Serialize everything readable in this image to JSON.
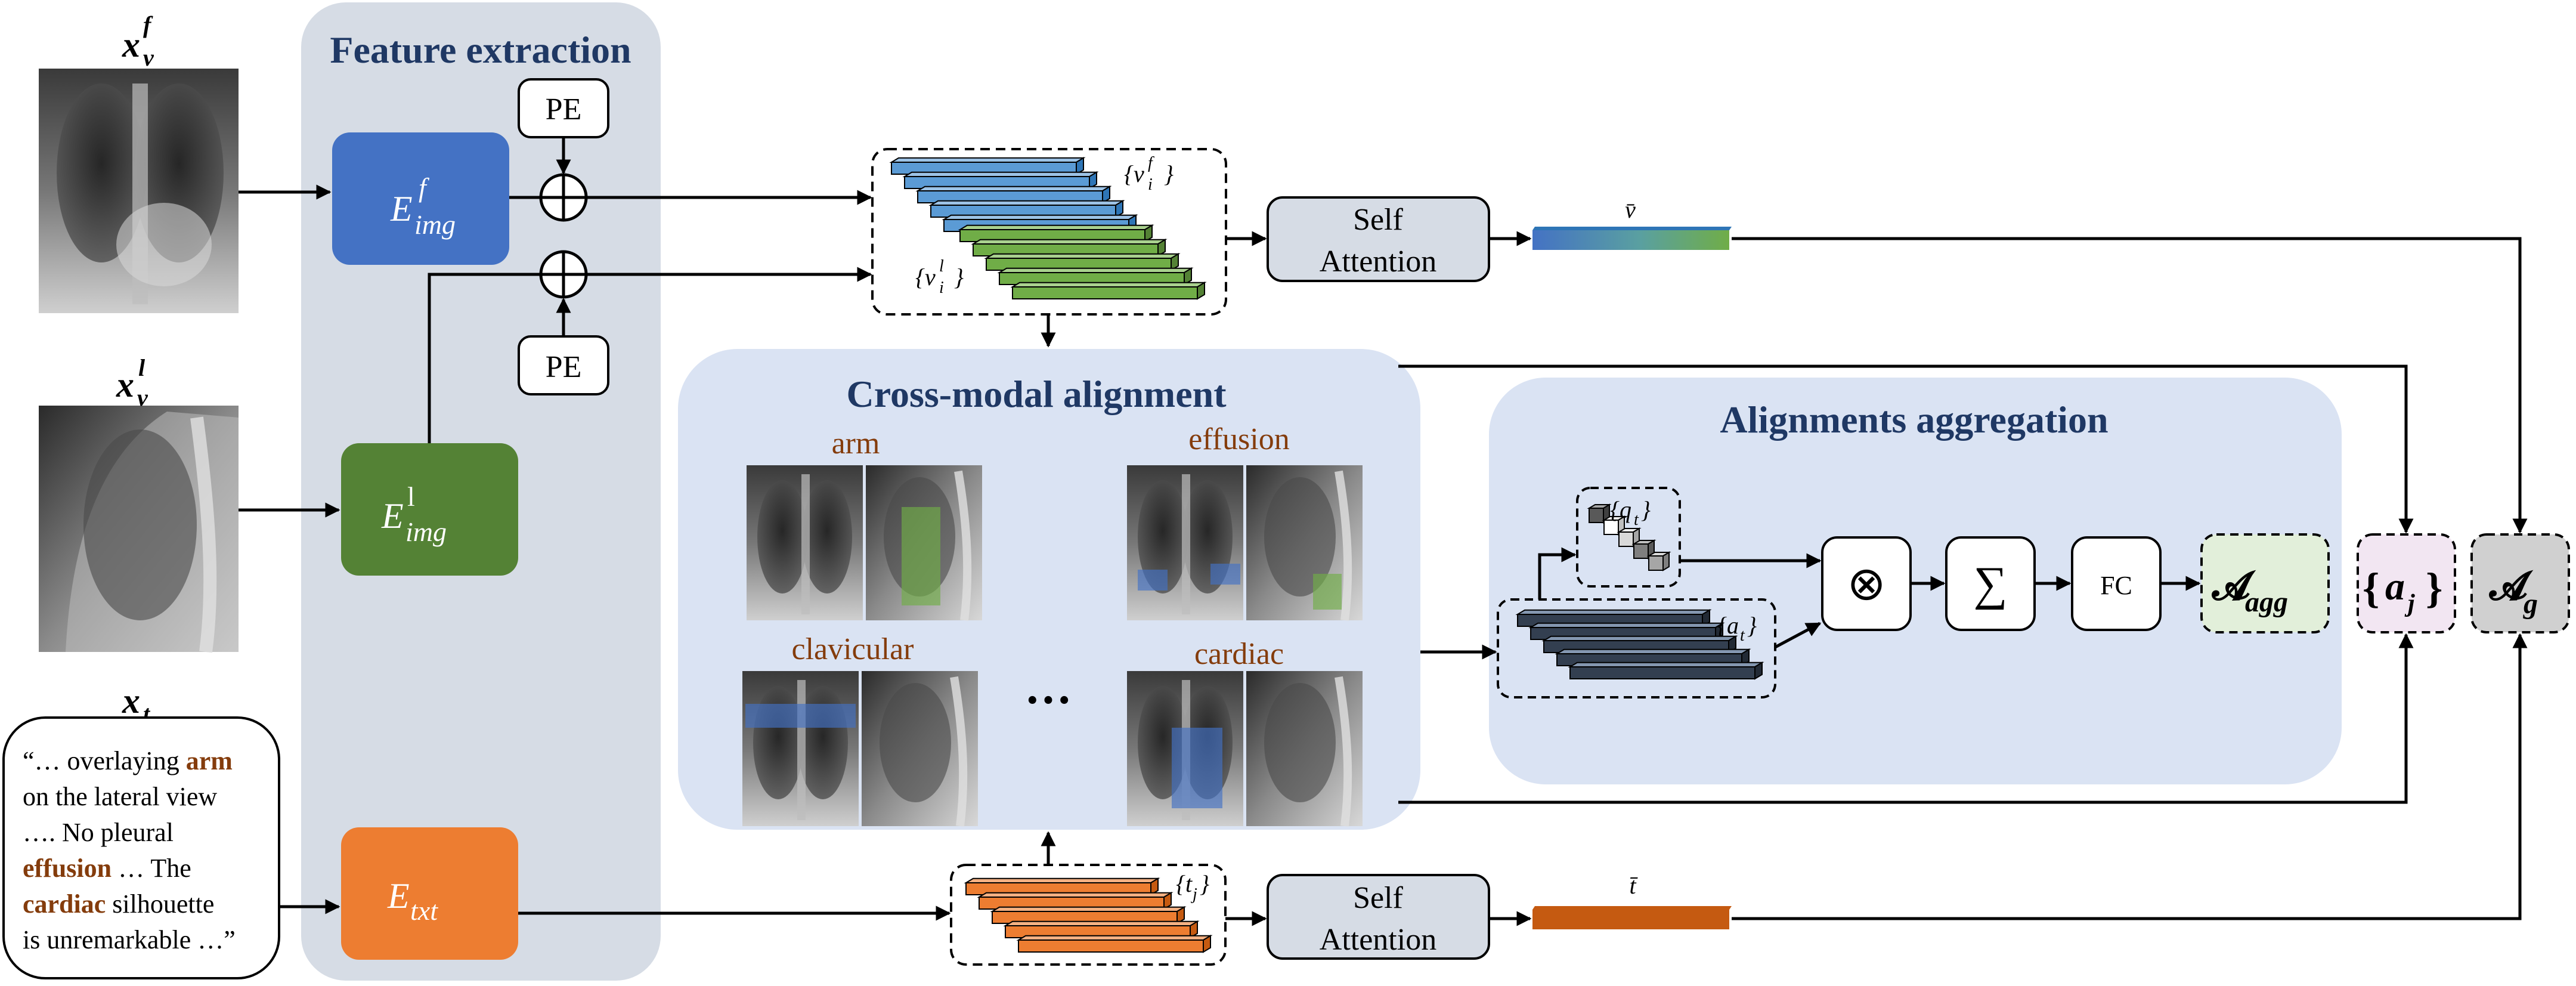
{
  "panels": {
    "feature_extraction": "Feature extraction",
    "cross_modal_alignment": "Cross-modal alignment",
    "alignments_aggregation": "Alignments aggregation"
  },
  "inputs": {
    "frontal_label": "x",
    "frontal_sub": "v",
    "frontal_sup": "f",
    "lateral_label": "x",
    "lateral_sub": "v",
    "lateral_sup": "l",
    "text_label": "x",
    "text_sub": "t"
  },
  "report": {
    "line1_pre": "“… overlaying ",
    "line1_hl": "arm",
    "line2": "on the lateral view",
    "line3": "…. No pleural",
    "line4_hl": "effusion",
    "line4_post": " … The",
    "line5_hl": "cardiac",
    "line5_post": " silhouette",
    "line6": "is unremarkable …”"
  },
  "encoders": {
    "img_frontal": {
      "base": "E",
      "sub": "img",
      "sup": "f",
      "color": "#4472c4"
    },
    "img_lateral": {
      "base": "E",
      "sub": "img",
      "sup": "l",
      "color": "#548235"
    },
    "txt": {
      "base": "E",
      "sub": "txt",
      "color": "#ed7d31"
    }
  },
  "pe_label": "PE",
  "token_sets": {
    "visual_frontal": {
      "base": "{v",
      "sub": "i",
      "sup": "f",
      "close": "}"
    },
    "visual_lateral": {
      "base": "{v",
      "sub": "i",
      "sup": "l",
      "close": "}"
    },
    "text": {
      "base": "{t",
      "sub": "j",
      "close": "}"
    },
    "queries": {
      "base": "{q",
      "sub": "t",
      "close": "}"
    },
    "alignments": {
      "base": "{a",
      "sub": "t",
      "close": "}"
    }
  },
  "self_attention": {
    "line1": "Self",
    "line2": "Attention"
  },
  "pooled": {
    "visual": "v̄",
    "text": "t̄"
  },
  "alignment_words": [
    "arm",
    "effusion",
    "clavicular",
    "cardiac"
  ],
  "ellipsis": "···",
  "ops": {
    "product": "⊗",
    "sum": "∑",
    "fc": "FC"
  },
  "outputs": {
    "agg": {
      "base": "𝓐",
      "sub": "agg"
    },
    "aj": {
      "open": "{",
      "base": "a",
      "sub": "j",
      "close": "}"
    },
    "ag": {
      "base": "𝓐",
      "sub": "g"
    }
  },
  "colors": {
    "panel_fe": "#d6dce5",
    "panel_cm": "#dae3f3",
    "blue": "#4472c4",
    "green": "#548235",
    "orange": "#ed7d31",
    "navy": "#1f3864",
    "brown": "#843c0c"
  }
}
